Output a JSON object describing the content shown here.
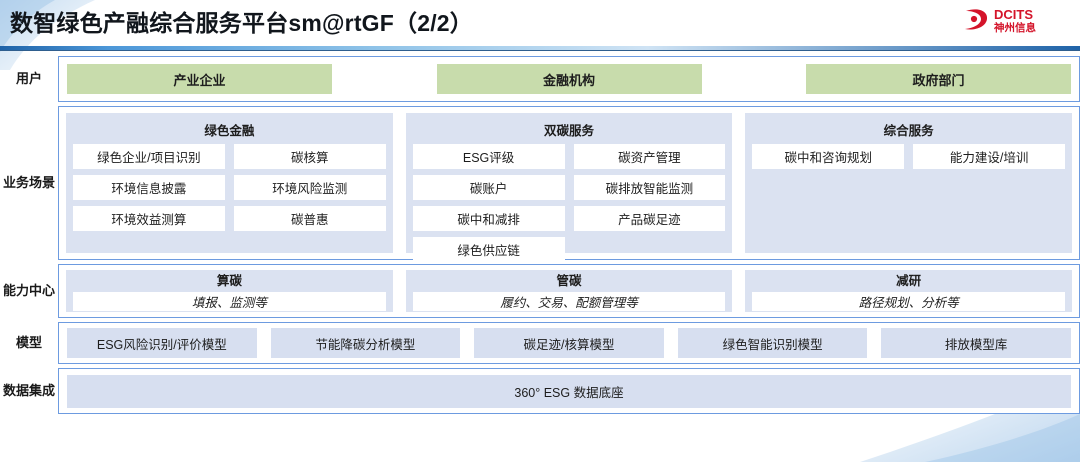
{
  "header": {
    "title": "数智绿色产融综合服务平台sm@rtGF（2/2）",
    "logo_text": "DCITS",
    "logo_subtext": "神州信息"
  },
  "colors": {
    "user_green": "#c8dcac",
    "group_blue": "#dbe2f1",
    "box_blue": "#d7dff0",
    "border_blue": "#6d9be0",
    "brand_red": "#d4142a"
  },
  "rows": [
    {
      "label": "用户",
      "type": "users",
      "items": [
        {
          "label": "产业企业"
        },
        {
          "label": "金融机构"
        },
        {
          "label": "政府部门"
        }
      ]
    },
    {
      "label": "业务场景",
      "type": "scenarios",
      "groups": [
        {
          "title": "绿色金融",
          "items": [
            "绿色企业/项目识别",
            "碳核算",
            "环境信息披露",
            "环境风险监测",
            "环境效益测算",
            "碳普惠"
          ]
        },
        {
          "title": "双碳服务",
          "items": [
            "ESG评级",
            "碳资产管理",
            "碳账户",
            "碳排放智能监测",
            "碳中和减排",
            "产品碳足迹",
            "绿色供应链"
          ]
        },
        {
          "title": "综合服务",
          "items": [
            "碳中和咨询规划",
            "能力建设/培训"
          ]
        }
      ]
    },
    {
      "label": "能力中心",
      "type": "capability",
      "groups": [
        {
          "title": "算碳",
          "subtitle": "填报、监测等"
        },
        {
          "title": "管碳",
          "subtitle": "履约、交易、配额管理等"
        },
        {
          "title": "减研",
          "subtitle": "路径规划、分析等"
        }
      ]
    },
    {
      "label": "模型",
      "type": "models",
      "items": [
        "ESG风险识别/评价模型",
        "节能降碳分析模型",
        "碳足迹/核算模型",
        "绿色智能识别模型",
        "排放模型库"
      ]
    },
    {
      "label": "数据集成",
      "type": "data",
      "items": [
        "360° ESG 数据底座"
      ]
    }
  ]
}
